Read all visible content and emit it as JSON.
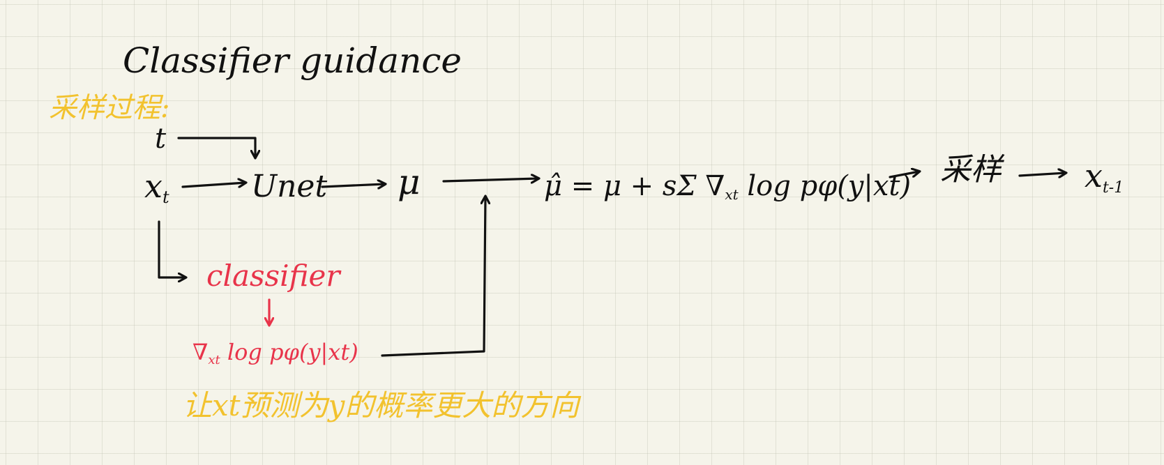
{
  "title": "Classifier guidance",
  "section_heading": "采样过程:",
  "nodes": {
    "t": "t",
    "xt": "x",
    "xt_sub": "t",
    "unet": "Unet",
    "mu": "μ",
    "classifier": "classifier",
    "sample": "采样",
    "output": "x",
    "output_sub": "t-1"
  },
  "formulas": {
    "gradient": "∇",
    "gradient_sub": "xt",
    "gradient_rest": " log pφ(y|xt)",
    "update": "μ̂ = μ + sΣ ∇",
    "update_sub": "xt",
    "update_rest": " log pφ(y|xt)"
  },
  "annotation": "让xt预测为y的概率更大的方向",
  "colors": {
    "ink": "#111111",
    "red": "#e8344a",
    "yellow": "#f2c22e",
    "paper": "#f5f4ea",
    "grid": "#bebeaf"
  }
}
